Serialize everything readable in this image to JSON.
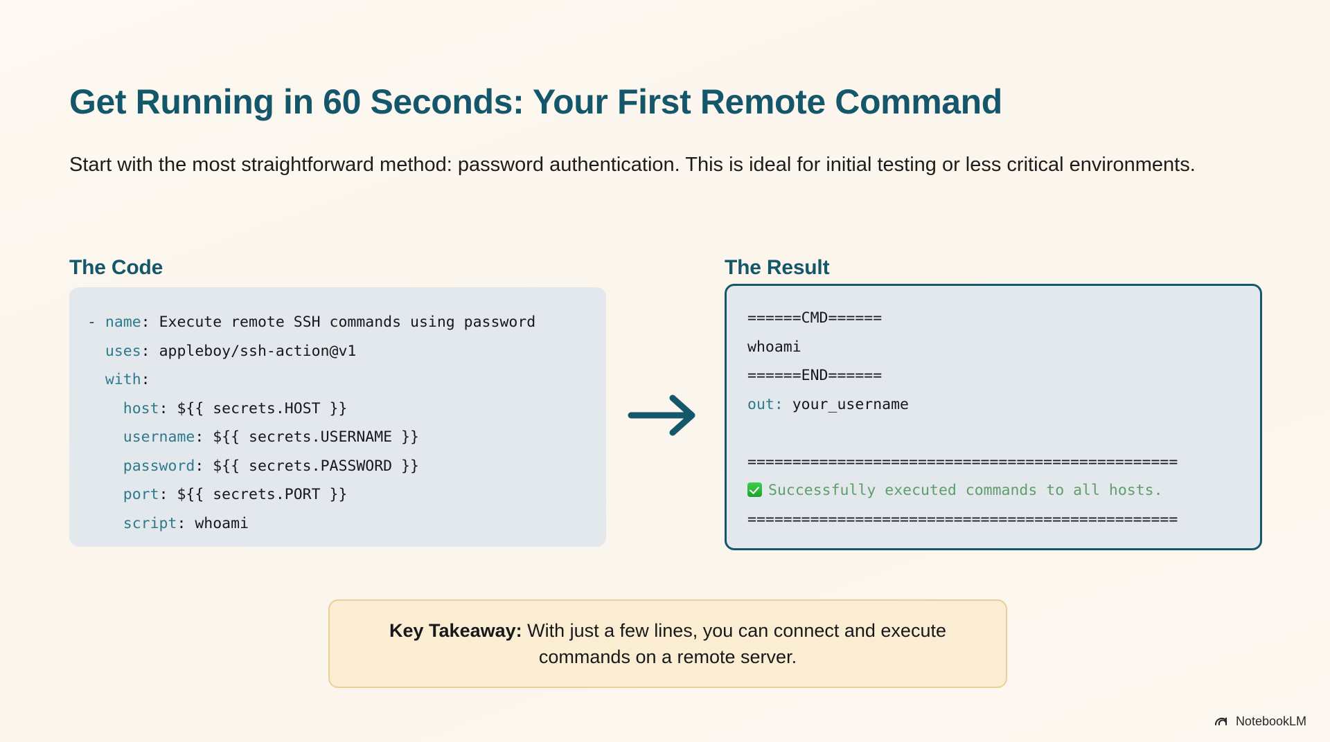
{
  "slide": {
    "title": "Get Running in 60 Seconds: Your First Remote Command",
    "subtitle": "Start with the most straightforward method: password authentication. This is ideal for initial testing or less critical environments.",
    "background_color": "#fbf6ee",
    "accent_color": "#14576b"
  },
  "code_section": {
    "heading": "The Code",
    "panel_background": "#e3e8ed",
    "key_color": "#2d7a8c",
    "lines": [
      {
        "indent": 0,
        "dash": "- ",
        "key": "name",
        "value": "Execute remote SSH commands using password"
      },
      {
        "indent": 1,
        "dash": "",
        "key": "uses",
        "value": "appleboy/ssh-action@v1"
      },
      {
        "indent": 1,
        "dash": "",
        "key": "with",
        "value": ""
      },
      {
        "indent": 2,
        "dash": "",
        "key": "host",
        "value": "${{ secrets.HOST }}"
      },
      {
        "indent": 2,
        "dash": "",
        "key": "username",
        "value": "${{ secrets.USERNAME }}"
      },
      {
        "indent": 2,
        "dash": "",
        "key": "password",
        "value": "${{ secrets.PASSWORD }}"
      },
      {
        "indent": 2,
        "dash": "",
        "key": "port",
        "value": "${{ secrets.PORT }}"
      },
      {
        "indent": 2,
        "dash": "",
        "key": "script",
        "value": "whoami"
      }
    ]
  },
  "arrow": {
    "icon": "arrow-right-icon",
    "color": "#14576b"
  },
  "result_section": {
    "heading": "The Result",
    "panel_background": "#e3e8ed",
    "border_color": "#14576b",
    "label_color": "#2d7a8c",
    "success_color": "#5f9e6b",
    "lines": [
      {
        "type": "plain",
        "text": "======CMD======"
      },
      {
        "type": "plain",
        "text": "whoami"
      },
      {
        "type": "plain",
        "text": "======END======"
      },
      {
        "type": "kv",
        "key": "out:",
        "value": " your_username"
      },
      {
        "type": "blank",
        "text": ""
      },
      {
        "type": "rule",
        "text": "================================================"
      },
      {
        "type": "success",
        "icon": "check-mark-icon",
        "text": "Successfully executed commands to all hosts."
      },
      {
        "type": "rule",
        "text": "================================================"
      }
    ]
  },
  "takeaway": {
    "label": "Key Takeaway:",
    "text": " With just a few lines, you can connect and execute commands on a remote server.",
    "background_color": "#fbedd2",
    "border_color": "#eccf94"
  },
  "brand": {
    "name": "NotebookLM",
    "icon": "notebooklm-logo-icon"
  }
}
